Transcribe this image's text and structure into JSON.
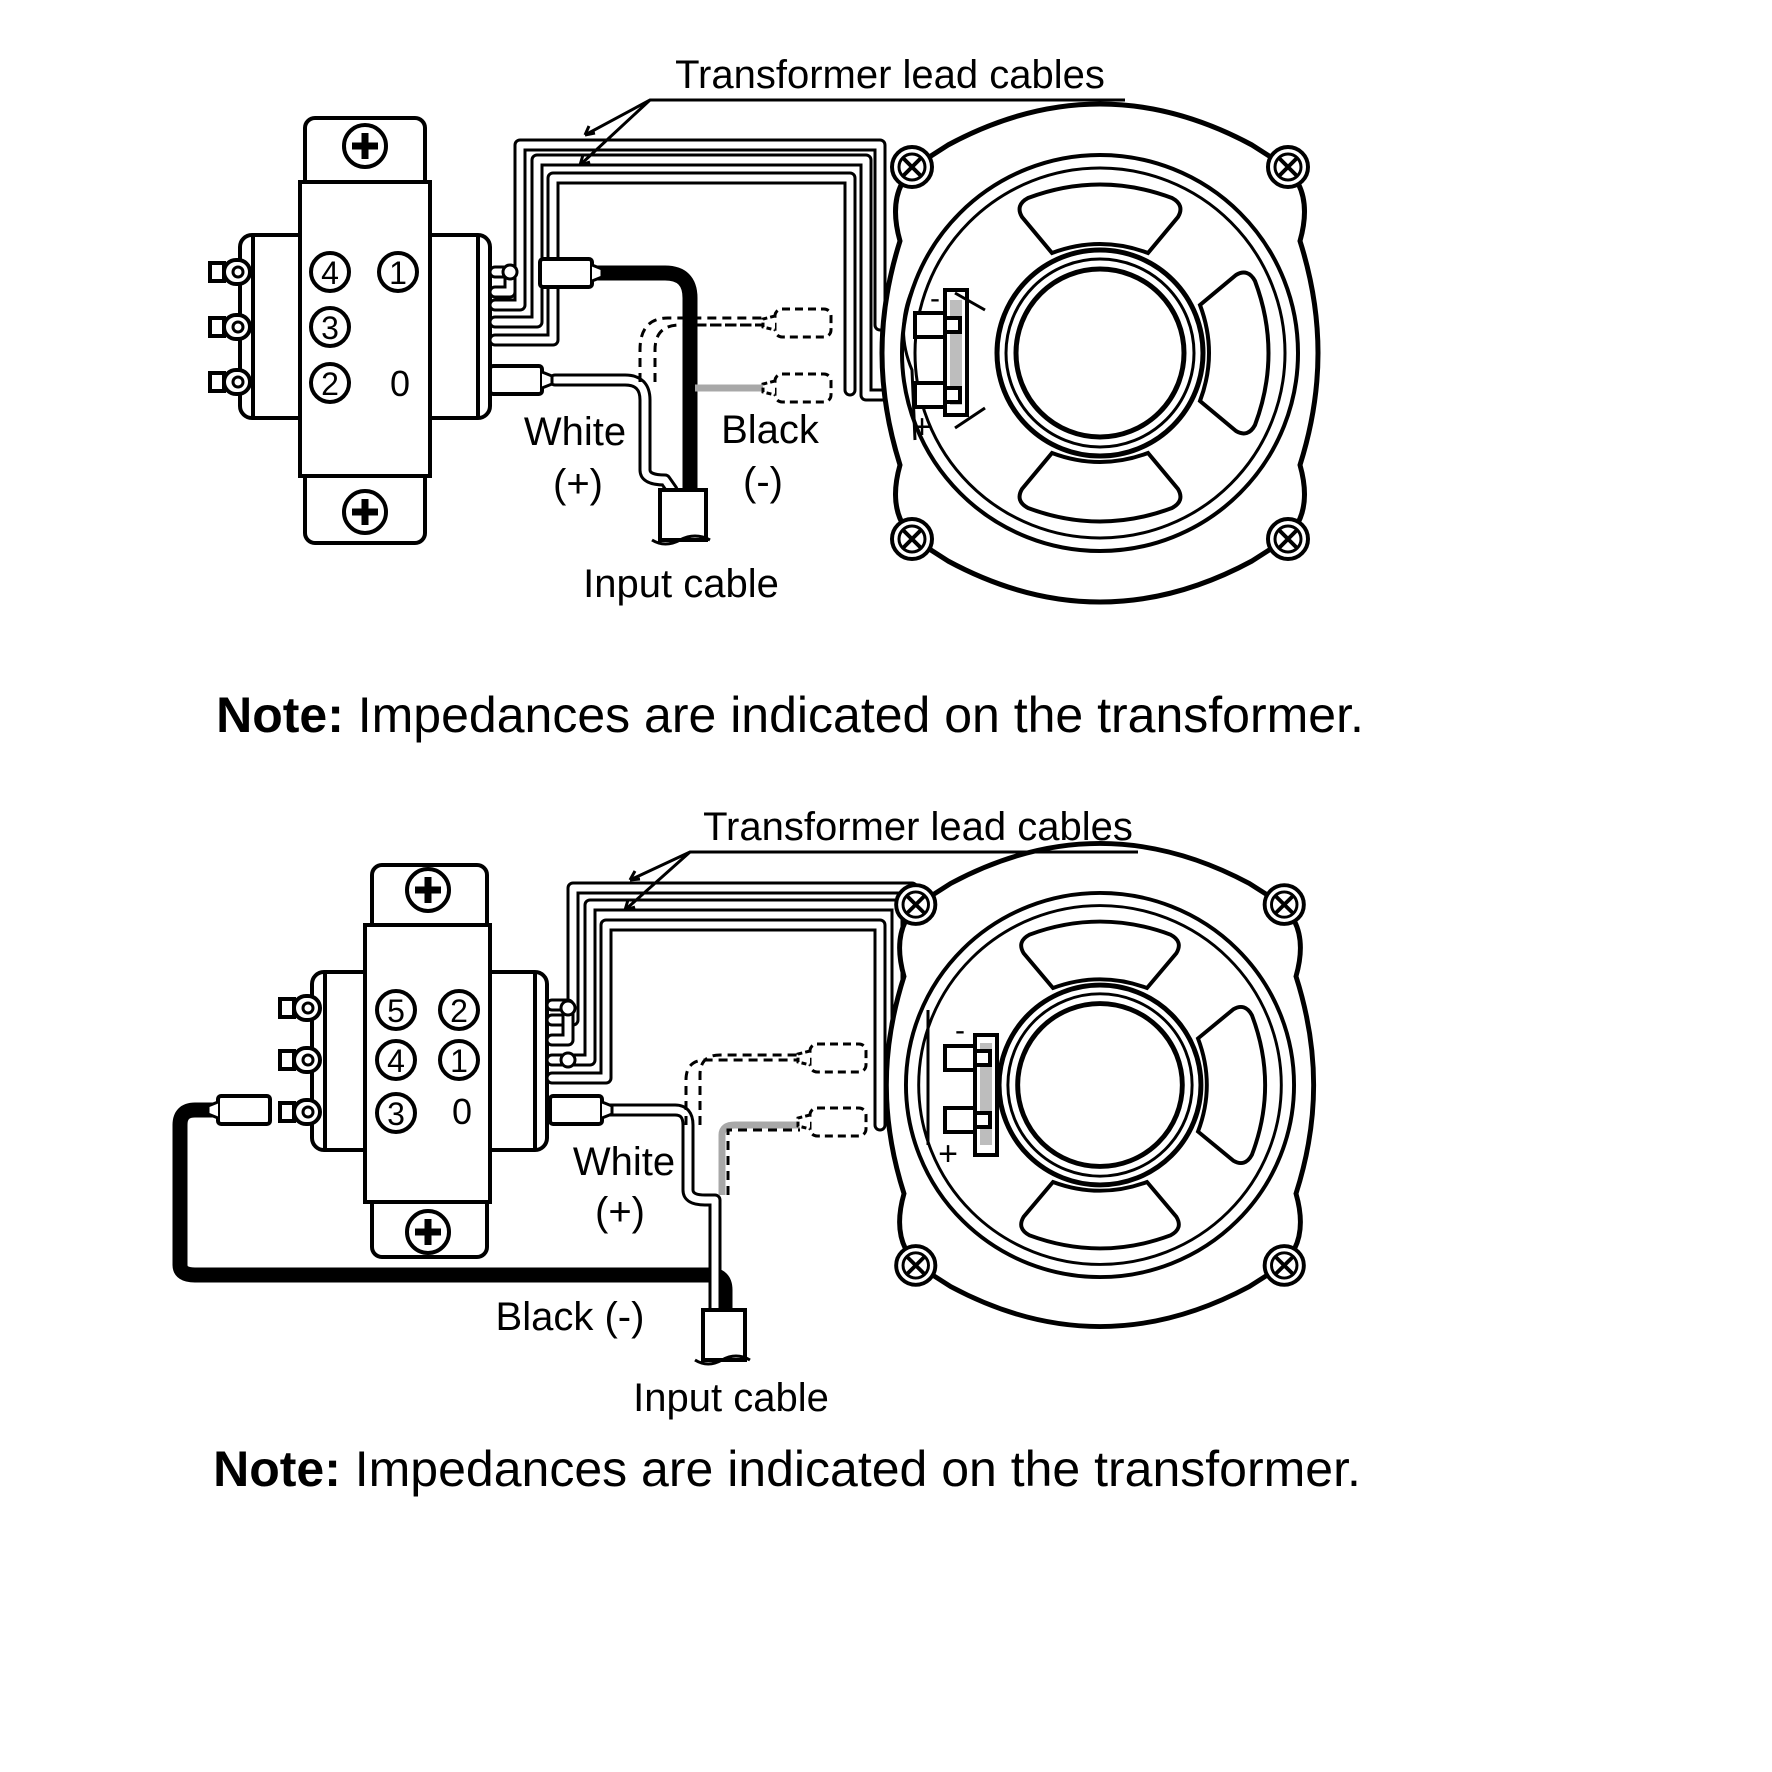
{
  "diagram_top": {
    "lead_label": "Transformer lead cables",
    "terminal_labels": [
      "4",
      "1",
      "3",
      "2",
      "0"
    ],
    "white_label": "White",
    "white_polarity": "(+)",
    "black_label": "Black",
    "black_polarity": "(-)",
    "input_label": "Input cable",
    "speaker_minus": "-",
    "speaker_plus": "+",
    "note_bold": "Note:",
    "note_text": " Impedances are indicated on the transformer."
  },
  "diagram_bottom": {
    "lead_label": "Transformer lead cables",
    "terminal_labels": [
      "5",
      "2",
      "4",
      "1",
      "3",
      "0"
    ],
    "white_label": "White",
    "white_polarity": "(+)",
    "black_label": "Black (-)",
    "input_label": "Input cable",
    "speaker_minus": "-",
    "speaker_plus": "+",
    "note_bold": "Note:",
    "note_text": " Impedances are indicated on the transformer."
  },
  "colors": {
    "line": "#000000",
    "background": "#ffffff",
    "terminal_grey": "#a8a8a8"
  },
  "icons": [
    "screw-icon",
    "speaker-icon",
    "transformer-icon",
    "connector-icon"
  ]
}
